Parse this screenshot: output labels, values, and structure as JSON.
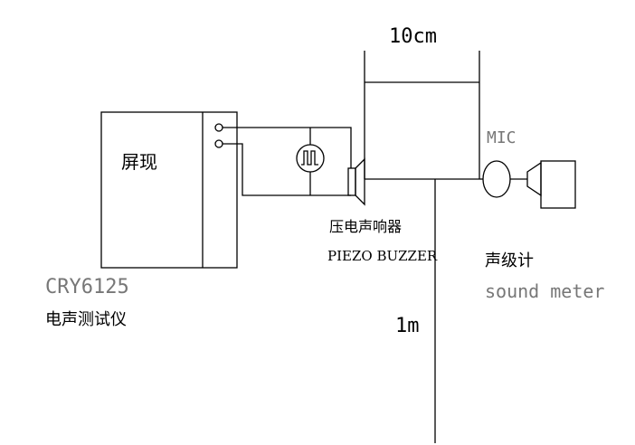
{
  "labels": {
    "dim_width": "10cm",
    "mic": "MIC",
    "instrument_screen": "屏现",
    "instrument_model": "CRY6125",
    "instrument_name": "电声测试仪",
    "buzzer_cn": "压电声响器",
    "buzzer_en": "PIEZO BUZZER",
    "meter_cn": "声级计",
    "meter_en": "sound meter",
    "dim_height": "1m"
  },
  "icons": {
    "waveform": "square-wave-icon",
    "buzzer": "speaker-icon",
    "microphone": "microphone-icon"
  }
}
